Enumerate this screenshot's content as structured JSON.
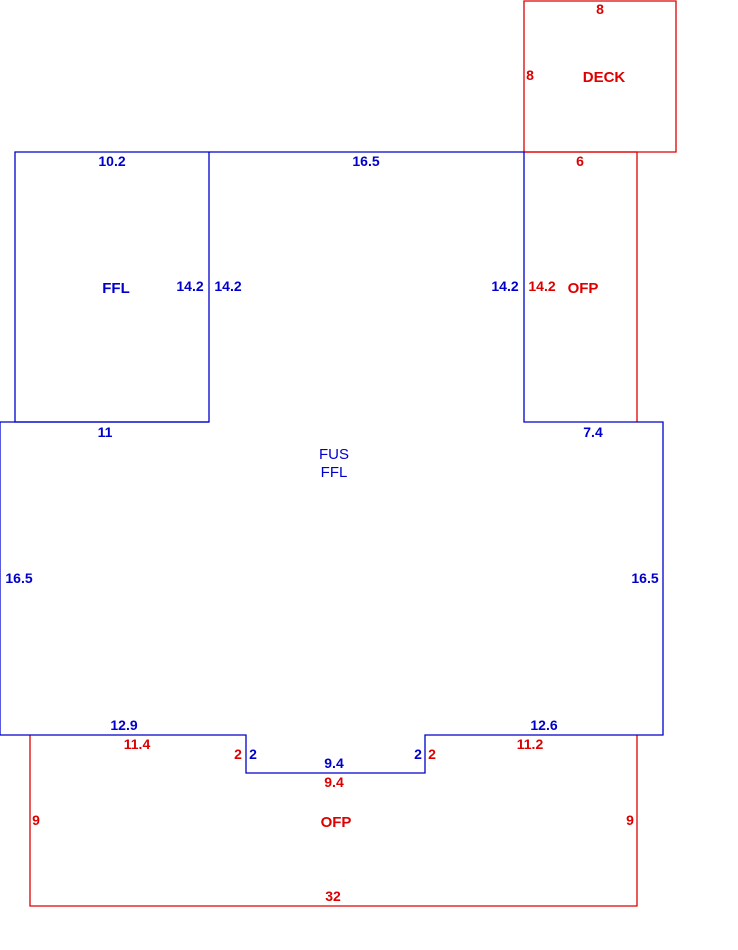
{
  "colors": {
    "living": "#0000cc",
    "porch_deck": "#dd0000"
  },
  "areas": {
    "deck": "DECK",
    "ofp_right": "OFP",
    "ffl_left": "FFL",
    "fus": "FUS",
    "fus_ffl": "FFL",
    "ofp_bottom": "OFP"
  },
  "dims": {
    "deck_top": "8",
    "deck_left": "8",
    "ofp_top": "6",
    "ofp_left": "14.2",
    "ffl_top": "10.2",
    "ffl_right": "14.2",
    "ffl_bottom": "11",
    "main_top": "16.5",
    "main_left_upper": "14.2",
    "main_right_upper": "14.2",
    "main_step_right": "7.4",
    "main_left": "16.5",
    "main_right": "16.5",
    "main_bottom_left": "12.9",
    "main_bottom_right": "12.6",
    "main_notch_left": "2",
    "main_notch_right": "2",
    "main_notch_bottom": "9.4",
    "ofpb_top_left": "11.4",
    "ofpb_top_right": "11.2",
    "ofpb_notch_left": "2",
    "ofpb_notch_right": "2",
    "ofpb_notch_bottom": "9.4",
    "ofpb_left": "9",
    "ofpb_right": "9",
    "ofpb_bottom": "32"
  }
}
